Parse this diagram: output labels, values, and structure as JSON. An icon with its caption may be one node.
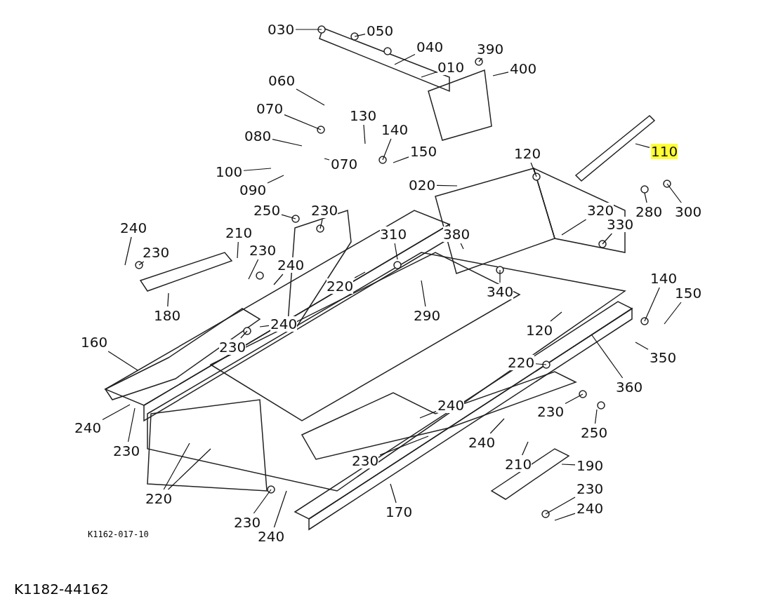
{
  "diagram": {
    "caption": "K1182-44162",
    "nodes": [
      {
        "text": [
          "030"
        ]
      },
      {
        "text": [
          "050"
        ]
      },
      {
        "text": [
          "040"
        ]
      },
      {
        "text": [
          "390"
        ]
      },
      {
        "text": [
          "400"
        ]
      },
      {
        "text": [
          "010"
        ]
      },
      {
        "text": [
          "060"
        ]
      },
      {
        "text": [
          "070"
        ]
      },
      {
        "text": [
          "130"
        ]
      },
      {
        "text": [
          "140"
        ]
      },
      {
        "text": [
          "150"
        ]
      },
      {
        "text": [
          "080"
        ]
      },
      {
        "text": [
          "110"
        ]
      },
      {
        "text": [
          "120"
        ]
      },
      {
        "text": [
          "100"
        ]
      },
      {
        "text": [
          "090"
        ]
      },
      {
        "text": [
          "070"
        ]
      },
      {
        "text": [
          "020"
        ]
      },
      {
        "text": [
          "250"
        ]
      },
      {
        "text": [
          "230"
        ]
      },
      {
        "text": [
          "280"
        ]
      },
      {
        "text": [
          "300"
        ]
      },
      {
        "text": [
          "320"
        ]
      },
      {
        "text": [
          "330"
        ]
      },
      {
        "text": [
          "240"
        ]
      },
      {
        "text": [
          "210"
        ]
      },
      {
        "text": [
          "310"
        ]
      },
      {
        "text": [
          "380"
        ]
      },
      {
        "text": [
          "230"
        ]
      },
      {
        "text": [
          "230"
        ]
      },
      {
        "text": [
          "240"
        ]
      },
      {
        "text": [
          "220"
        ]
      },
      {
        "text": [
          "340"
        ]
      },
      {
        "text": [
          "140"
        ]
      },
      {
        "text": [
          "150"
        ]
      },
      {
        "text": [
          "180"
        ]
      },
      {
        "text": [
          "290"
        ]
      },
      {
        "text": [
          "240"
        ]
      },
      {
        "text": [
          "120"
        ]
      },
      {
        "text": [
          "160"
        ]
      },
      {
        "text": [
          "230"
        ]
      },
      {
        "text": [
          "350"
        ]
      },
      {
        "text": [
          "220"
        ]
      },
      {
        "text": [
          "360"
        ]
      },
      {
        "text": [
          "240"
        ]
      },
      {
        "text": [
          "230"
        ]
      },
      {
        "text": [
          "240"
        ]
      },
      {
        "text": [
          "250"
        ]
      },
      {
        "text": [
          "240"
        ]
      },
      {
        "text": [
          "230"
        ]
      },
      {
        "text": [
          "230"
        ]
      },
      {
        "text": [
          "210"
        ]
      },
      {
        "text": [
          "190"
        ]
      },
      {
        "text": [
          "230"
        ]
      },
      {
        "text": [
          "220"
        ]
      },
      {
        "text": [
          "240"
        ]
      },
      {
        "text": [
          "170"
        ]
      },
      {
        "text": [
          "230"
        ]
      },
      {
        "text": [
          "240"
        ]
      }
    ],
    "edges": [
      {
        "from": 0,
        "to": null,
        "arrow": "none"
      },
      {
        "from": 1,
        "to": null,
        "arrow": "none"
      },
      {
        "from": 2,
        "to": null,
        "arrow": "none"
      },
      {
        "from": 3,
        "to": null,
        "arrow": "none"
      },
      {
        "from": 4,
        "to": null,
        "arrow": "none"
      },
      {
        "from": 5,
        "to": null,
        "arrow": "none"
      },
      {
        "from": 6,
        "to": null,
        "arrow": "none"
      },
      {
        "from": 7,
        "to": null,
        "arrow": "none"
      },
      {
        "from": 8,
        "to": null,
        "arrow": "none"
      },
      {
        "from": 9,
        "to": null,
        "arrow": "none"
      },
      {
        "from": 10,
        "to": null,
        "arrow": "none"
      },
      {
        "from": 11,
        "to": null,
        "arrow": "none"
      },
      {
        "from": 12,
        "to": null,
        "arrow": "none"
      },
      {
        "from": 13,
        "to": null,
        "arrow": "none"
      },
      {
        "from": 14,
        "to": null,
        "arrow": "none"
      },
      {
        "from": 15,
        "to": null,
        "arrow": "none"
      },
      {
        "from": 16,
        "to": null,
        "arrow": "none"
      },
      {
        "from": 17,
        "to": null,
        "arrow": "none"
      },
      {
        "from": 18,
        "to": null,
        "arrow": "none"
      },
      {
        "from": 19,
        "to": null,
        "arrow": "none"
      },
      {
        "from": 20,
        "to": null,
        "arrow": "none"
      },
      {
        "from": 21,
        "to": null,
        "arrow": "none"
      },
      {
        "from": 22,
        "to": null,
        "arrow": "none"
      },
      {
        "from": 23,
        "to": null,
        "arrow": "none"
      },
      {
        "from": 24,
        "to": null,
        "arrow": "none"
      },
      {
        "from": 25,
        "to": null,
        "arrow": "none"
      },
      {
        "from": 26,
        "to": null,
        "arrow": "none"
      },
      {
        "from": 27,
        "to": null,
        "arrow": "none"
      },
      {
        "from": 28,
        "to": null,
        "arrow": "none"
      },
      {
        "from": 29,
        "to": null,
        "arrow": "none"
      },
      {
        "from": 30,
        "to": null,
        "arrow": "none"
      },
      {
        "from": 31,
        "to": null,
        "arrow": "none"
      },
      {
        "from": 32,
        "to": null,
        "arrow": "none"
      },
      {
        "from": 33,
        "to": null,
        "arrow": "none"
      },
      {
        "from": 34,
        "to": null,
        "arrow": "none"
      },
      {
        "from": 35,
        "to": null,
        "arrow": "none"
      },
      {
        "from": 36,
        "to": null,
        "arrow": "none"
      },
      {
        "from": 37,
        "to": null,
        "arrow": "none"
      },
      {
        "from": 38,
        "to": null,
        "arrow": "none"
      },
      {
        "from": 39,
        "to": null,
        "arrow": "none"
      },
      {
        "from": 40,
        "to": null,
        "arrow": "none"
      },
      {
        "from": 41,
        "to": null,
        "arrow": "none"
      },
      {
        "from": 42,
        "to": null,
        "arrow": "none"
      },
      {
        "from": 43,
        "to": null,
        "arrow": "none"
      },
      {
        "from": 44,
        "to": null,
        "arrow": "none"
      },
      {
        "from": 45,
        "to": null,
        "arrow": "none"
      },
      {
        "from": 46,
        "to": null,
        "arrow": "none"
      },
      {
        "from": 47,
        "to": null,
        "arrow": "none"
      },
      {
        "from": 48,
        "to": null,
        "arrow": "none"
      },
      {
        "from": 49,
        "to": null,
        "arrow": "none"
      },
      {
        "from": 50,
        "to": null,
        "arrow": "none"
      },
      {
        "from": 51,
        "to": null,
        "arrow": "none"
      },
      {
        "from": 52,
        "to": null,
        "arrow": "none"
      },
      {
        "from": 53,
        "to": null,
        "arrow": "none"
      },
      {
        "from": 54,
        "to": null,
        "arrow": "none"
      },
      {
        "from": 54,
        "to": null,
        "arrow": "none"
      },
      {
        "from": 55,
        "to": null,
        "arrow": "none"
      },
      {
        "from": 56,
        "to": null,
        "arrow": "none"
      },
      {
        "from": 57,
        "to": null,
        "arrow": "none"
      },
      {
        "from": 58,
        "to": null,
        "arrow": "none"
      }
    ],
    "labels": [
      "K1162-017-10"
    ]
  }
}
